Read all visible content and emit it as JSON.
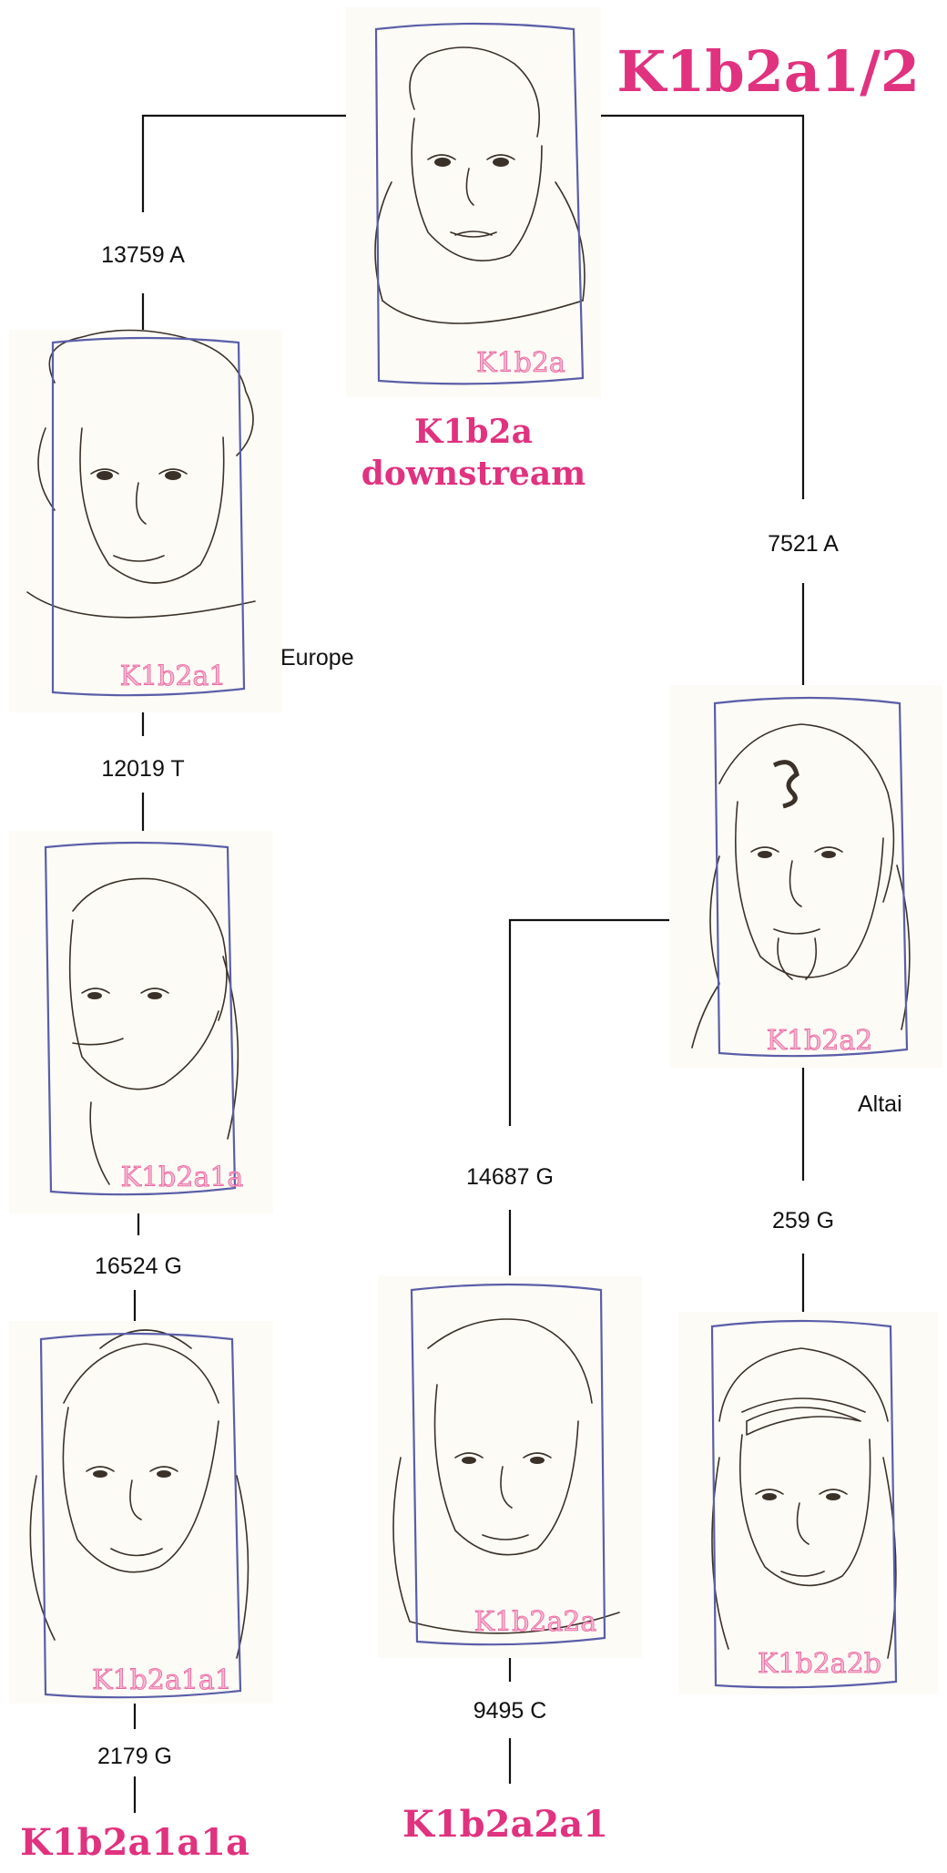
{
  "header": {
    "title": "K1b2a1/2"
  },
  "nodes": {
    "k1b2a": {
      "label": "K1b2a",
      "caption_line1": "K1b2a",
      "caption_line2": "downstream"
    },
    "k1b2a1": {
      "label": "K1b2a1",
      "region": "Europe"
    },
    "k1b2a1a": {
      "label": "K1b2a1a"
    },
    "k1b2a1a1": {
      "label": "K1b2a1a1"
    },
    "k1b2a2": {
      "label": "K1b2a2",
      "region": "Altai"
    },
    "k1b2a2a": {
      "label": "K1b2a2a"
    },
    "k1b2a2b": {
      "label": "K1b2a2b"
    }
  },
  "mutations": {
    "m13759": "13759 A",
    "m7521": "7521 A",
    "m12019": "12019 T",
    "m16524": "16524 G",
    "m2179": "2179 G",
    "m14687": "14687 G",
    "m9495": "9495 C",
    "m259": "259 G"
  },
  "leaves": {
    "k1b2a1a1a": "K1b2a1a1a",
    "k1b2a2a1": "K1b2a2a1"
  },
  "colors": {
    "title": "#e0327f",
    "frame": "#5a5ea8",
    "watermark": "#f6b7d2",
    "lines": "#111111"
  }
}
